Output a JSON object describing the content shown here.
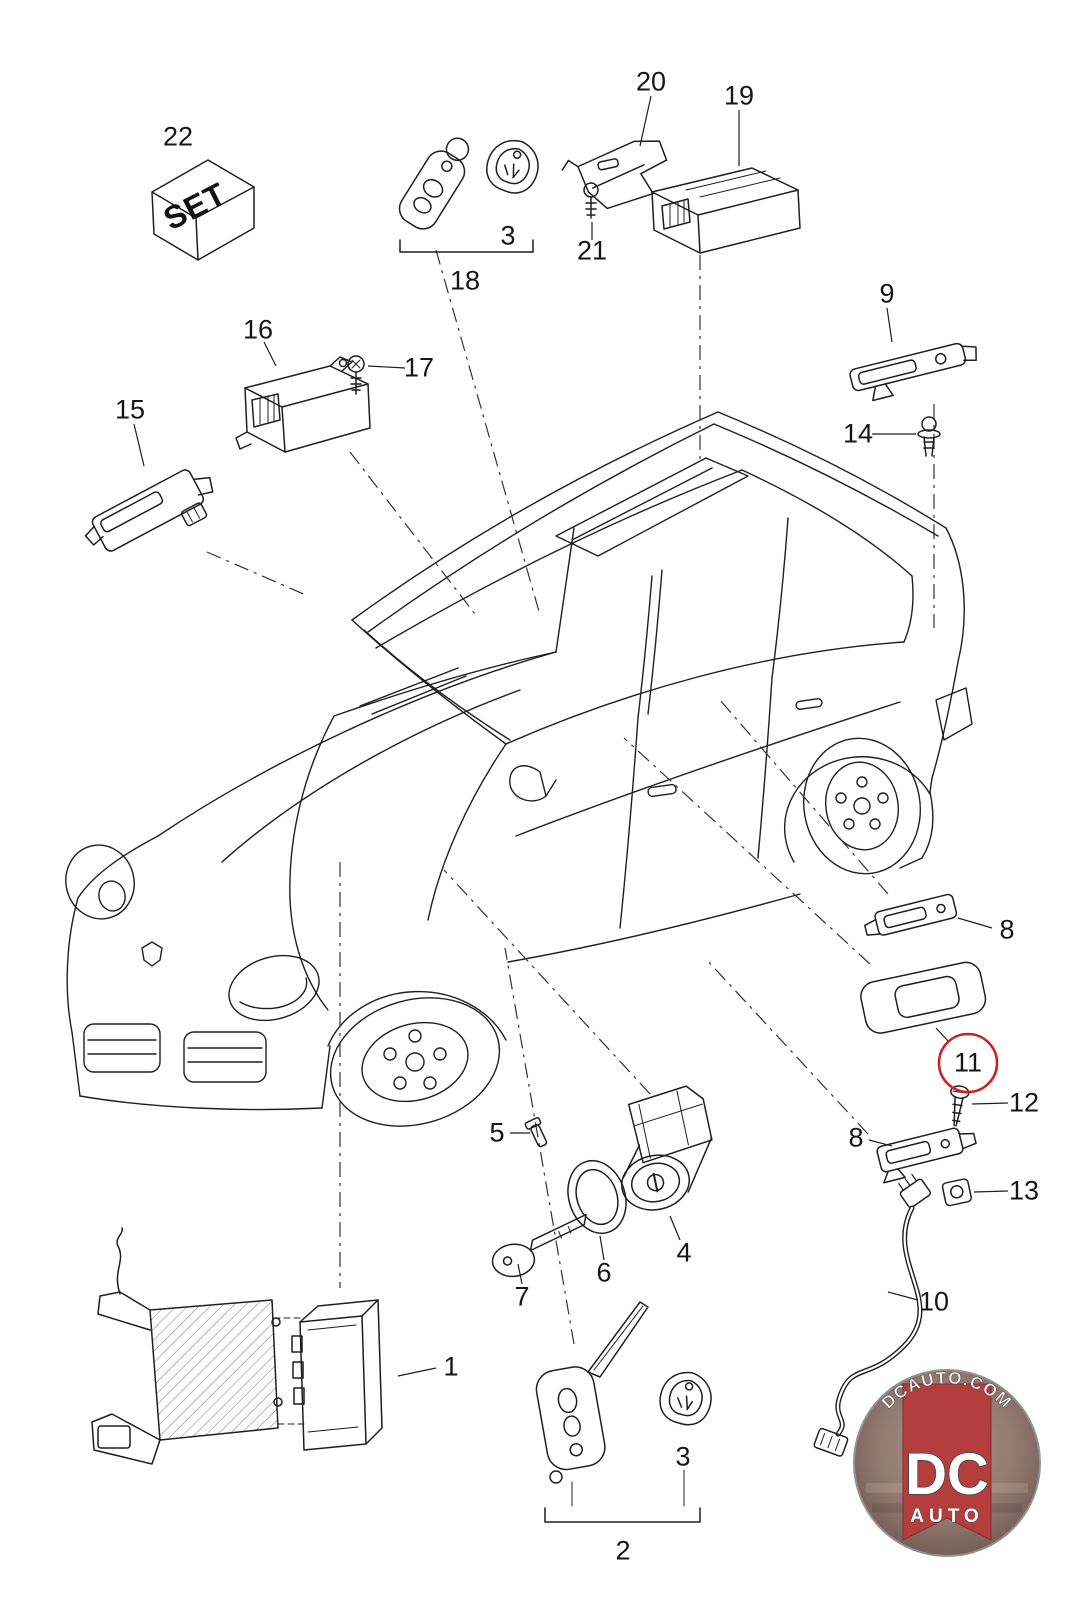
{
  "diagram": {
    "set_box_label": "SET",
    "callouts": [
      {
        "id": "22",
        "label": "22"
      },
      {
        "id": "20",
        "label": "20"
      },
      {
        "id": "19",
        "label": "19"
      },
      {
        "id": "3-top",
        "label": "3"
      },
      {
        "id": "18",
        "label": "18"
      },
      {
        "id": "21",
        "label": "21"
      },
      {
        "id": "9",
        "label": "9"
      },
      {
        "id": "16",
        "label": "16"
      },
      {
        "id": "17",
        "label": "17"
      },
      {
        "id": "15",
        "label": "15"
      },
      {
        "id": "14",
        "label": "14"
      },
      {
        "id": "8-upper",
        "label": "8"
      },
      {
        "id": "11",
        "label": "11"
      },
      {
        "id": "12",
        "label": "12"
      },
      {
        "id": "8-lower",
        "label": "8"
      },
      {
        "id": "13",
        "label": "13"
      },
      {
        "id": "5",
        "label": "5"
      },
      {
        "id": "4",
        "label": "4"
      },
      {
        "id": "6",
        "label": "6"
      },
      {
        "id": "7",
        "label": "7"
      },
      {
        "id": "10",
        "label": "10"
      },
      {
        "id": "1",
        "label": "1"
      },
      {
        "id": "3-bottom",
        "label": "3"
      },
      {
        "id": "2",
        "label": "2"
      }
    ],
    "highlighted_callout": "11",
    "colors": {
      "line": "#1f1f1f",
      "highlight": "#cc2222",
      "watermark_red": "#b03232"
    },
    "watermark": {
      "arc_text": "DCAUTO.COM",
      "brand": "DC",
      "brand_sub": "AUTO"
    }
  }
}
